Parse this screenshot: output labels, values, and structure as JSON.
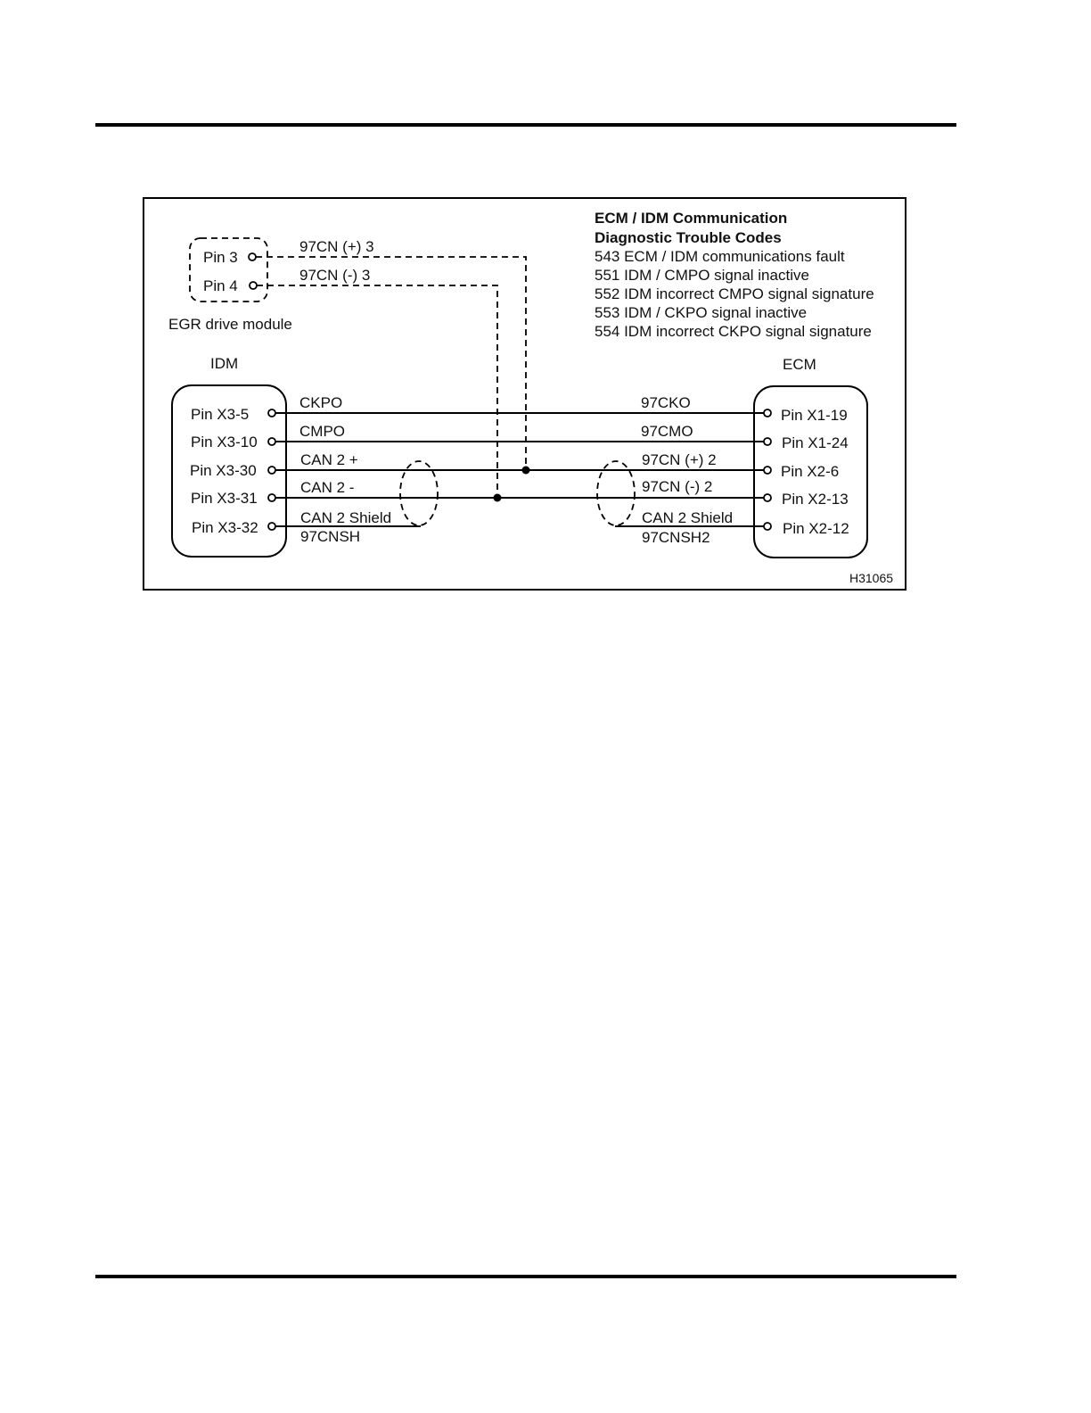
{
  "diagram": {
    "figure_id": "H31065",
    "dtc_box": {
      "title_line1": "ECM / IDM Communication",
      "title_line2": "Diagnostic Trouble Codes",
      "codes": [
        "543 ECM / IDM communications fault",
        "551 IDM / CMPO signal inactive",
        "552 IDM incorrect CMPO signal signature",
        "553 IDM / CKPO signal inactive",
        "554 IDM incorrect CKPO signal signature"
      ]
    },
    "egr_module": {
      "label": "EGR drive module",
      "pins": [
        "Pin 3",
        "Pin 4"
      ]
    },
    "idm": {
      "label": "IDM",
      "pins": [
        "Pin X3-5",
        "Pin X3-10",
        "Pin X3-30",
        "Pin X3-31",
        "Pin X3-32"
      ]
    },
    "ecm": {
      "label": "ECM",
      "pins": [
        "Pin X1-19",
        "Pin X1-24",
        "Pin X2-6",
        "Pin X2-13",
        "Pin X2-12"
      ]
    },
    "wires_left": [
      "CKPO",
      "CMPO",
      "CAN 2 +",
      "CAN 2 -",
      "CAN 2 Shield",
      "97CNSH"
    ],
    "wires_right": [
      "97CKO",
      "97CMO",
      "97CN (+) 2",
      "97CN (-) 2",
      "CAN 2 Shield",
      "97CNSH2"
    ],
    "egr_wires": [
      "97CN (+) 3",
      "97CN (-) 3"
    ]
  }
}
